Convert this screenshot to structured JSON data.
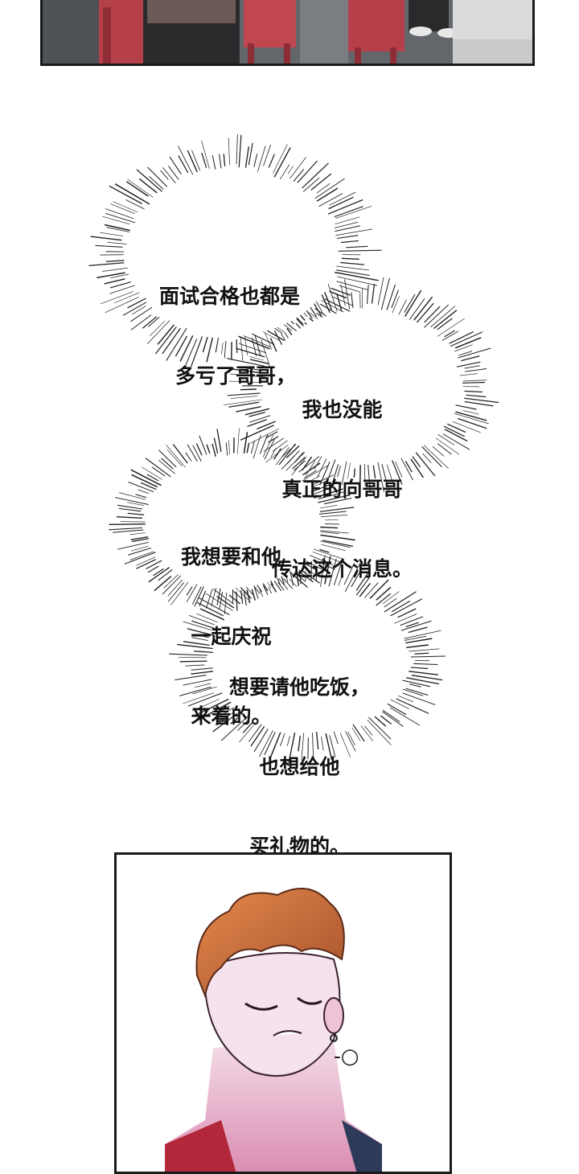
{
  "captions": [
    {
      "lines": [
        "面试合格也都是",
        "多亏了哥哥，"
      ]
    },
    {
      "lines": [
        "我也没能",
        "真正的向哥哥",
        "传达这个消息。"
      ]
    },
    {
      "lines": [
        "我想要和他",
        "一起庆祝",
        "来着的。"
      ]
    },
    {
      "lines": [
        "想要请他吃饭，",
        "也想给他",
        "买礼物的。"
      ]
    }
  ],
  "sound_effect": "-○",
  "colors": {
    "panel_border": "#1a1a1a",
    "top_panel_bg": "#5b5e63",
    "stools": "#b5404a",
    "hair": "#d8723e",
    "skin": "#f1d6e4",
    "shirt": "#b3273a"
  }
}
